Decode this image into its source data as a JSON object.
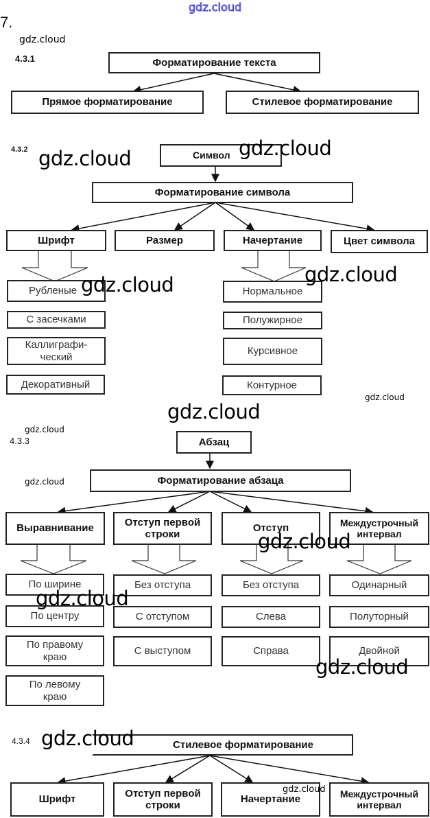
{
  "page": {
    "task_number": "7.",
    "watermark_top": "gdz.cloud",
    "watermark": "gdz.cloud"
  },
  "s431": {
    "label": "4.3.1",
    "root": "Форматирование текста",
    "children": [
      "Прямое форматирование",
      "Стилевое форматирование"
    ]
  },
  "s432": {
    "label": "4.3.2",
    "top": "Символ",
    "root": "Форматирование символа",
    "children": [
      "Шрифт",
      "Размер",
      "Начертание",
      "Цвет символа"
    ],
    "font_types": [
      "Рубленые",
      "С засечками",
      "Каллиграфи-ческий",
      "Декоративный"
    ],
    "styles": [
      "Нормальное",
      "Полужирное",
      "Курсивное",
      "Контурное"
    ]
  },
  "s433": {
    "label": "4.3.3",
    "top": "Абзац",
    "root": "Форматирование абзаца",
    "children": [
      "Выравнивание",
      "Отступ первой строки",
      "Отступ",
      "Междустрочный интервал"
    ],
    "alignment": [
      "По ширине",
      "По центру",
      "По правому краю",
      "По левому краю"
    ],
    "first_line": [
      "Без отступа",
      "С отступом",
      "С выступом"
    ],
    "indent": [
      "Без отступа",
      "Слева",
      "Справа"
    ],
    "spacing": [
      "Одинарный",
      "Полуторный",
      "Двойной"
    ]
  },
  "s434": {
    "label": "4.3.4",
    "root": "Стилевое форматирование",
    "children": [
      "Шрифт",
      "Отступ первой строки",
      "Начертание",
      "Междустрочный интервал"
    ]
  }
}
